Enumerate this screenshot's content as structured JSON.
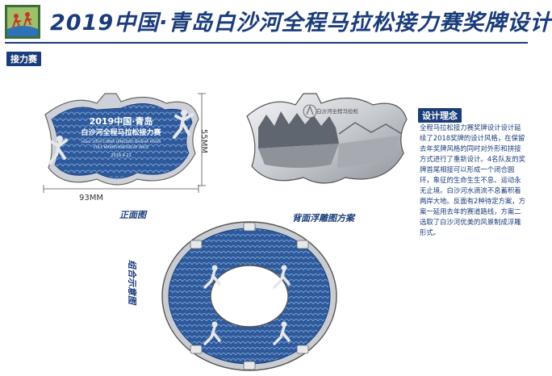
{
  "header": {
    "title": "2019中国·青岛白沙河全程马拉松接力赛奖牌设计"
  },
  "section_tag": "接力赛",
  "concept": {
    "heading": "设计理念",
    "body": "全程马拉松接力赛奖牌设计设计延续了2018奖牌的设计风格，在保留去年奖牌风格的同时对外形和拼接方式进行了重新设计。4名队友的奖牌首尾相接可以形成一个闭合圆环，象征的生命生生不息、运动永无止境。白沙河水滴流不息蓄积着两岸大地。反面有2种待定方案，方案一延用去年的赛道路线，方案二选取了白沙河优美的风景制成浮雕形式。"
  },
  "dimensions": {
    "width": "93MM",
    "height": "55MM"
  },
  "captions": {
    "front": "正面图",
    "back": "背面浮雕图方案",
    "combo": "组合示意图"
  },
  "medal_front": {
    "line1": "2019中国·青岛",
    "line2": "白沙河全程马拉松接力赛",
    "line3": "Haier 2019 CHINA QINGDAO BAISHA RIVER",
    "line4": "FULL MARATHON RELAY RACE",
    "date": "2019.4.21"
  },
  "medal_back": {
    "emblem_text": "白沙河全程马拉松"
  },
  "colors": {
    "brand": "#1a3c7a",
    "medal_blue": "#2e5a9c",
    "silver": "#c9ccd1"
  }
}
